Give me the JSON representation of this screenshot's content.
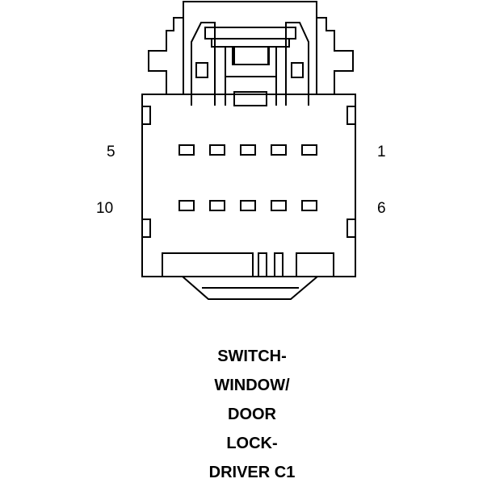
{
  "pin_labels": {
    "top_left": "5",
    "top_right": "1",
    "bottom_left": "10",
    "bottom_right": "6"
  },
  "caption": {
    "lines": [
      "SWITCH-",
      "WINDOW/",
      "DOOR",
      "LOCK-",
      "DRIVER C1"
    ]
  },
  "cavities": {
    "rows": 2,
    "per_row": 5
  },
  "colors": {
    "line": "#000000",
    "background": "#ffffff"
  }
}
